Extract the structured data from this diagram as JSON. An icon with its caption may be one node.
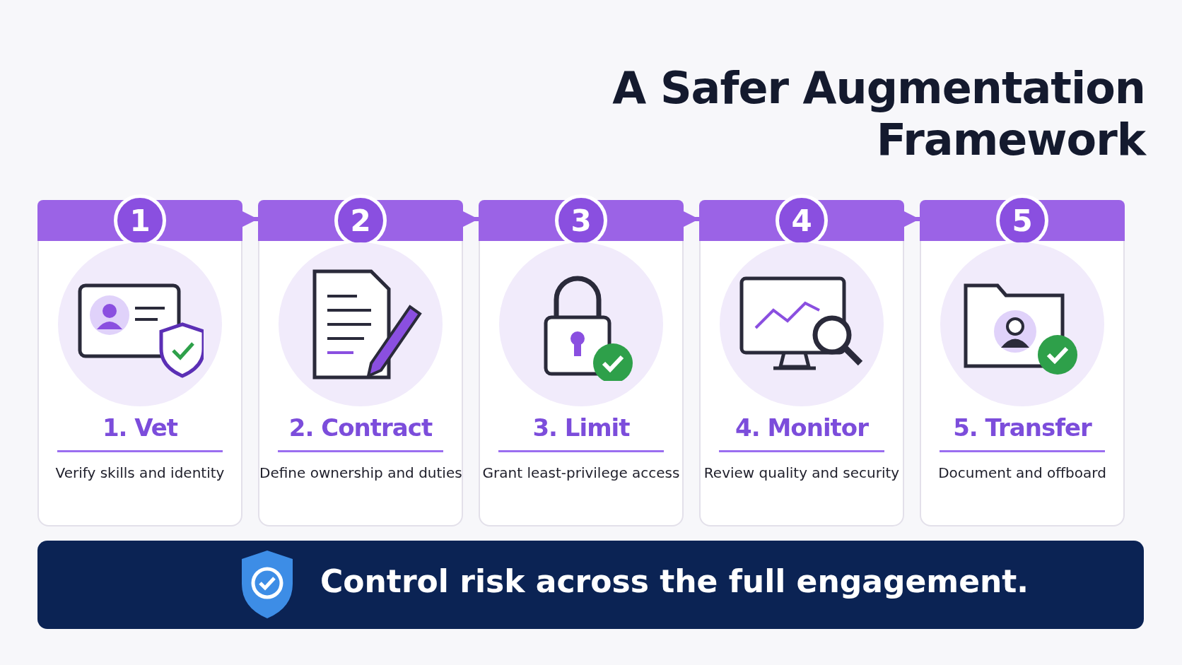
{
  "diagram": {
    "title": "A Safer Augmentation Framework",
    "nodes": [
      {
        "text": [
          "1",
          "1. Vet",
          "Verify skills and identity"
        ]
      },
      {
        "text": [
          "2",
          "2. Contract",
          "Define ownership and duties"
        ]
      },
      {
        "text": [
          "3",
          "3. Limit",
          "Grant least-privilege access"
        ]
      },
      {
        "text": [
          "4",
          "4. Monitor",
          "Review quality and security"
        ]
      },
      {
        "text": [
          "5",
          "5. Transfer",
          "Document and offboard"
        ]
      },
      {
        "text": [
          "Control risk across the full engagement."
        ]
      }
    ],
    "edges": [
      {
        "from": 0,
        "to": 1,
        "arrow": "to"
      },
      {
        "from": 1,
        "to": 2,
        "arrow": "to"
      },
      {
        "from": 2,
        "to": 3,
        "arrow": "to"
      },
      {
        "from": 3,
        "to": 4,
        "arrow": "to"
      }
    ]
  }
}
